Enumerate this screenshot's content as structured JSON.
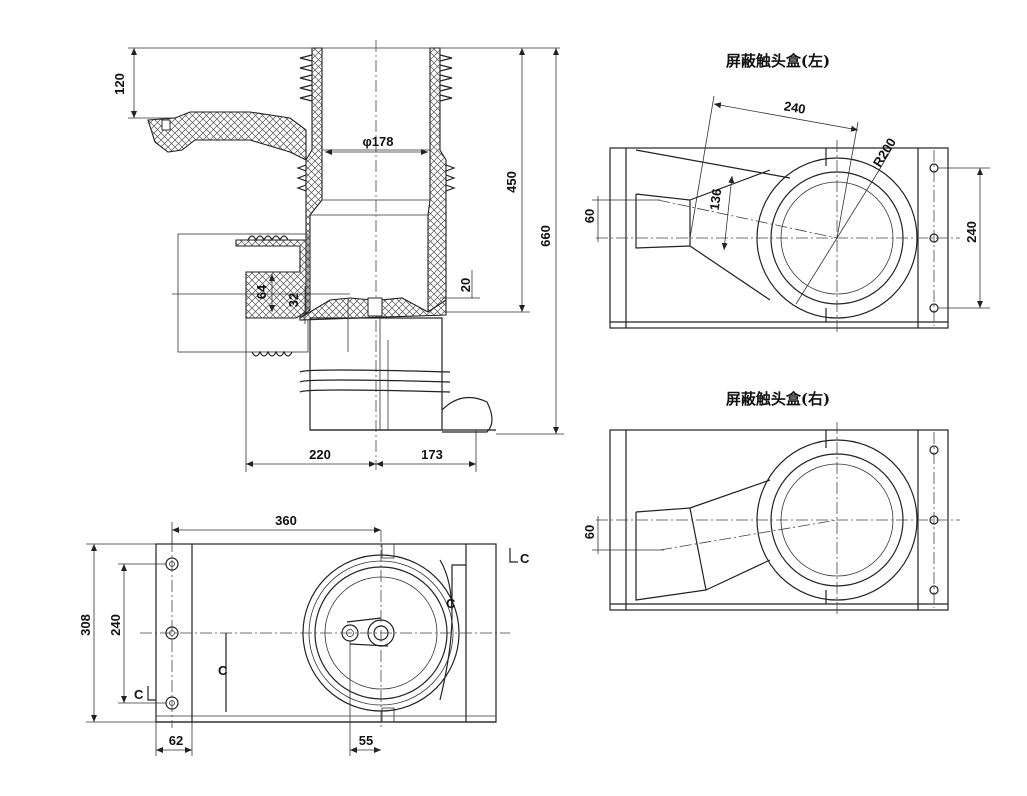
{
  "titles": {
    "left_box": "屏蔽触头盒(左)",
    "right_box": "屏蔽触头盒(右)"
  },
  "side_view": {
    "dim_120": "120",
    "dim_phi178": "φ178",
    "dim_450": "450",
    "dim_660": "660",
    "dim_64": "64",
    "dim_32": "32",
    "dim_20": "20",
    "dim_220": "220",
    "dim_173": "173"
  },
  "plan_view": {
    "dim_360": "360",
    "dim_308": "308",
    "dim_240": "240",
    "dim_62": "62",
    "dim_55": "55",
    "section_c1": "C",
    "section_c2": "C",
    "section_c3": "C",
    "section_c4": "C"
  },
  "left_box_view": {
    "dim_240_top": "240",
    "dim_200": "R200",
    "dim_136": "136",
    "dim_60": "60",
    "dim_240_side": "240"
  },
  "right_box_view": {
    "dim_60": "60"
  }
}
